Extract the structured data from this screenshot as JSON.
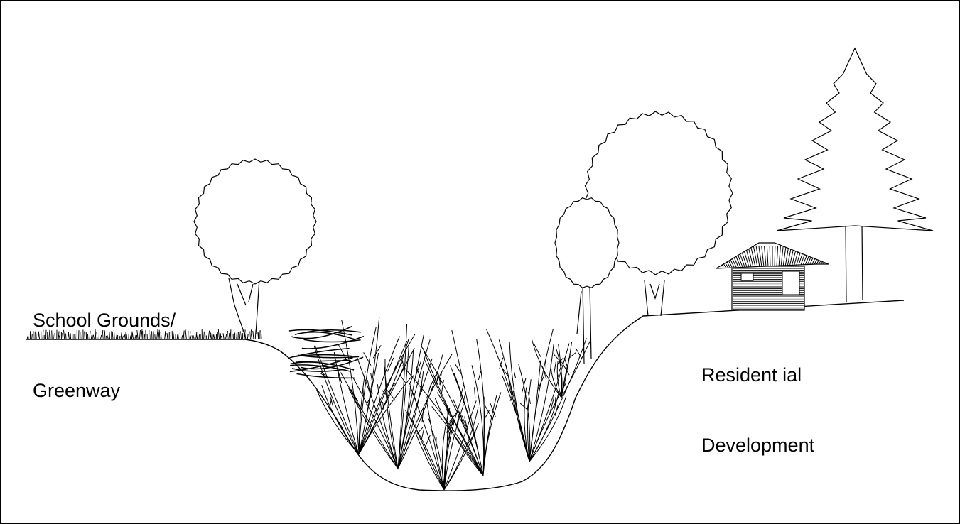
{
  "labels": {
    "left_line1": "School Grounds/",
    "left_line2": "Greenway",
    "right_line1": "Resident ial",
    "right_line2": "Development"
  },
  "colors": {
    "ink": "#000000",
    "background": "#ffffff"
  }
}
